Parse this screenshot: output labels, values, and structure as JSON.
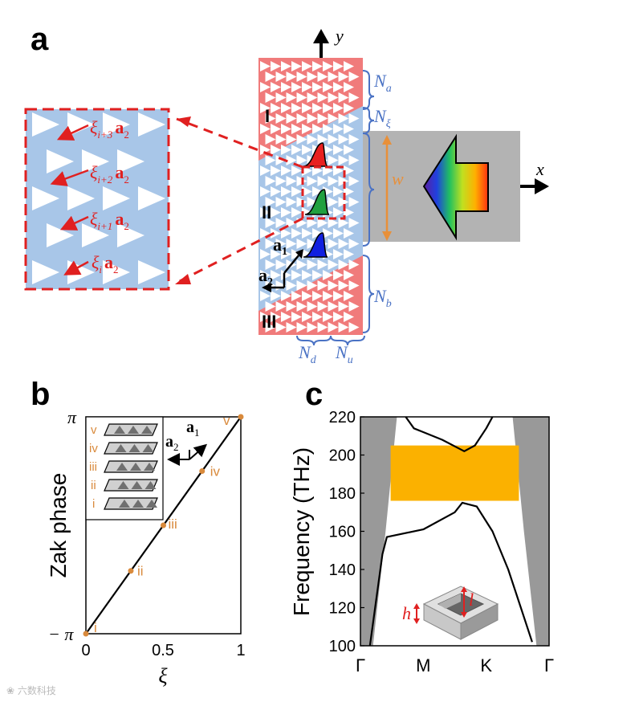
{
  "panel_labels": {
    "a": "a",
    "b": "b",
    "c": "c"
  },
  "panel_a": {
    "axis_y": "y",
    "axis_x": "x",
    "region_labels": [
      "I",
      "II",
      "III"
    ],
    "bracket_labels": {
      "Na": {
        "main": "N",
        "sub": "a"
      },
      "Nxi": {
        "main": "N",
        "sub": "ξ"
      },
      "Nb": {
        "main": "N",
        "sub": "b"
      },
      "Nd": {
        "main": "N",
        "sub": "d"
      },
      "Nu": {
        "main": "N",
        "sub": "u"
      }
    },
    "width_label": "w",
    "lattice_vectors": {
      "a1": {
        "main": "a",
        "sub": "1"
      },
      "a2": {
        "main": "a",
        "sub": "2"
      }
    },
    "zoom_labels": [
      {
        "main": "ξ",
        "sub": "i+3",
        "vec": "a",
        "vsub": "2"
      },
      {
        "main": "ξ",
        "sub": "i+2",
        "vec": "a",
        "vsub": "2"
      },
      {
        "main": "ξ",
        "sub": "i+1",
        "vec": "a",
        "vsub": "2"
      },
      {
        "main": "ξ",
        "sub": "i",
        "vec": "a",
        "vsub": "2"
      }
    ],
    "colors": {
      "pink": "#f07b7b",
      "blue": "#a8c6e8",
      "gray": "#b3b3b3",
      "red": "#e02020",
      "orange": "#e8903a",
      "bracket": "#4a72c4"
    }
  },
  "panel_b": {
    "ylabel": "Zak phase",
    "xlabel": "ξ",
    "y_ticks": [
      "π",
      "− π"
    ],
    "x_ticks": [
      "0",
      "0.5",
      "1"
    ],
    "points": [
      "i",
      "ii",
      "iii",
      "iv",
      "v"
    ],
    "inset_labels": [
      "v",
      "iv",
      "iii",
      "ii",
      "i"
    ],
    "inset_vectors": {
      "a1": {
        "main": "a",
        "sub": "1"
      },
      "a2": {
        "main": "a",
        "sub": "2"
      }
    }
  },
  "panel_c": {
    "ylabel": "Frequency (THz)",
    "y_ticks": [
      "220",
      "200",
      "180",
      "160",
      "140",
      "120",
      "100"
    ],
    "x_ticks": [
      "Γ",
      "M",
      "K",
      "Γ"
    ],
    "inset_labels": {
      "h": "h",
      "l": "l"
    },
    "colors": {
      "gap": "#fbb100",
      "cone": "#999999"
    }
  },
  "chart_data": [
    {
      "type": "line",
      "panel": "b",
      "ylabel": "Zak phase",
      "xlabel": "ξ",
      "xlim": [
        0,
        1
      ],
      "ylim": [
        -3.1416,
        3.1416
      ],
      "series": [
        {
          "name": "",
          "x": [
            0,
            1
          ],
          "y": [
            -3.1416,
            3.1416
          ]
        }
      ],
      "points": [
        {
          "label": "i",
          "x": 0,
          "y": -3.1416
        },
        {
          "label": "ii",
          "x": 0.29,
          "y": -1.32
        },
        {
          "label": "iii",
          "x": 0.5,
          "y": 0.0
        },
        {
          "label": "iv",
          "x": 0.75,
          "y": 1.57
        },
        {
          "label": "v",
          "x": 1,
          "y": 3.1416
        }
      ]
    },
    {
      "type": "line",
      "panel": "c",
      "ylabel": "Frequency (THz)",
      "ylim": [
        100,
        220
      ],
      "categories": [
        "Γ",
        "M",
        "K",
        "Γ"
      ],
      "band_gap": [
        176,
        205
      ],
      "series": [
        {
          "name": "",
          "x": [
            0.15,
            0.35,
            0.42,
            1.0,
            1.5,
            1.62,
            1.85,
            2.1,
            2.35,
            2.55,
            2.73
          ],
          "y": [
            100,
            148,
            157,
            161,
            170,
            175,
            173,
            160,
            140,
            120,
            102
          ]
        },
        {
          "name": "",
          "x": [
            0.72,
            0.85,
            1.0,
            1.3,
            1.65,
            1.82,
            2.0,
            2.1
          ],
          "y": [
            220,
            214,
            212,
            208,
            202,
            205,
            214,
            220
          ]
        }
      ]
    }
  ]
}
